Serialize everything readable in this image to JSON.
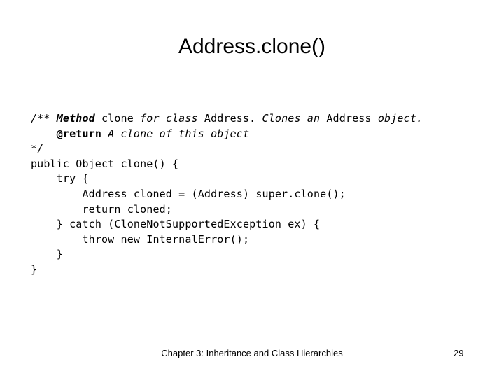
{
  "slide": {
    "title": "Address.clone()",
    "background_color": "#ffffff",
    "text_color": "#000000"
  },
  "code": {
    "language": "java",
    "lines": [
      {
        "indent": 0,
        "runs": [
          {
            "text": "/** ",
            "style": "italic"
          },
          {
            "text": "Method ",
            "style": "bold-italic"
          },
          {
            "text": "clone ",
            "style": "plain"
          },
          {
            "text": "for class ",
            "style": "italic"
          },
          {
            "text": "Address. ",
            "style": "plain"
          },
          {
            "text": "Clones an ",
            "style": "italic"
          },
          {
            "text": "Address ",
            "style": "plain"
          },
          {
            "text": "object.",
            "style": "italic"
          }
        ],
        "plain_text": "/** Method clone for class Address. Clones an Address object."
      },
      {
        "indent": 4,
        "runs": [
          {
            "text": "@return ",
            "style": "tag"
          },
          {
            "text": "A clone of this object",
            "style": "italic"
          }
        ],
        "plain_text": "    @return A clone of this object"
      },
      {
        "indent": 0,
        "runs": [
          {
            "text": "*/",
            "style": "italic"
          }
        ],
        "plain_text": "*/"
      },
      {
        "indent": 0,
        "runs": [
          {
            "text": "public Object clone() {",
            "style": "plain"
          }
        ],
        "plain_text": "public Object clone() {"
      },
      {
        "indent": 4,
        "runs": [
          {
            "text": "try {",
            "style": "plain"
          }
        ],
        "plain_text": "    try {"
      },
      {
        "indent": 8,
        "runs": [
          {
            "text": "Address cloned = (Address) super.clone();",
            "style": "plain"
          }
        ],
        "plain_text": "        Address cloned = (Address) super.clone();"
      },
      {
        "indent": 8,
        "runs": [
          {
            "text": "return cloned;",
            "style": "plain"
          }
        ],
        "plain_text": "        return cloned;"
      },
      {
        "indent": 4,
        "runs": [
          {
            "text": "} catch (CloneNotSupportedException ex) {",
            "style": "plain"
          }
        ],
        "plain_text": "    } catch (CloneNotSupportedException ex) {"
      },
      {
        "indent": 8,
        "runs": [
          {
            "text": "throw new InternalError();",
            "style": "plain"
          }
        ],
        "plain_text": "        throw new InternalError();"
      },
      {
        "indent": 4,
        "runs": [
          {
            "text": "}",
            "style": "plain"
          }
        ],
        "plain_text": "    }"
      },
      {
        "indent": 0,
        "runs": [
          {
            "text": "}",
            "style": "plain"
          }
        ],
        "plain_text": "}"
      }
    ]
  },
  "footer": {
    "chapter_label": "Chapter 3: Inheritance and Class Hierarchies",
    "page_number": "29"
  }
}
